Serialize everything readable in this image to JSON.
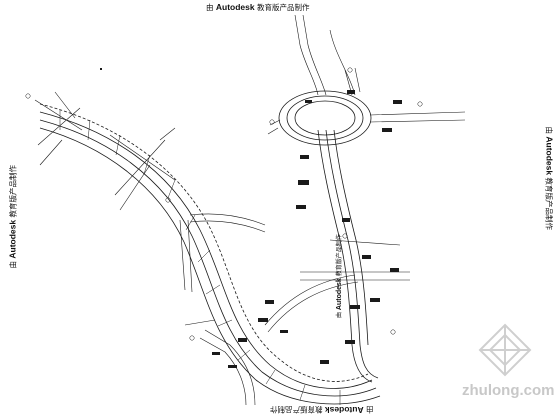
{
  "watermark": {
    "prefix": "由",
    "brand": "Autodesk",
    "suffix": "教育版产品制作"
  },
  "site_watermark": {
    "text": "zhulong.com",
    "color": "#c8c8c8"
  },
  "colors": {
    "line": "#1a1a1a",
    "background": "#ffffff"
  }
}
